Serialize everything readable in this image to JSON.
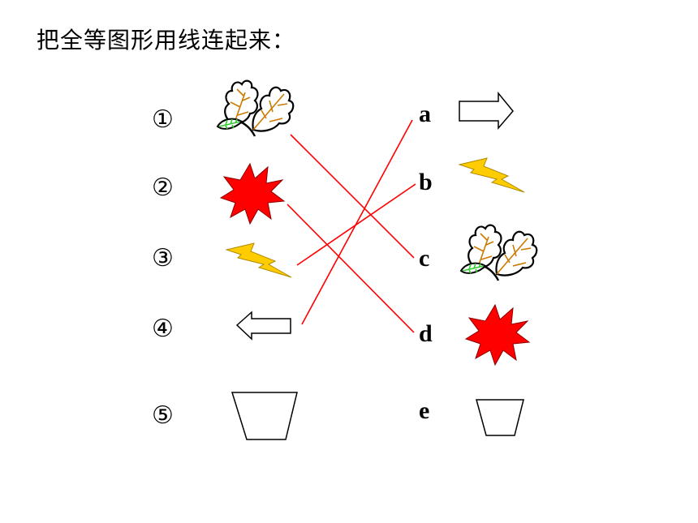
{
  "title": "把全等图形用线连起来：",
  "left_labels": [
    "①",
    "②",
    "③",
    "④",
    "⑤"
  ],
  "right_labels": [
    "a",
    "b",
    "c",
    "d",
    "e"
  ],
  "left_shapes": [
    "leaf-icon",
    "starburst-icon",
    "lightning-icon",
    "arrow-left-icon",
    "trapezoid-icon"
  ],
  "right_shapes": [
    "arrow-right-icon",
    "lightning-icon",
    "leaf-icon",
    "starburst-icon",
    "trapezoid-icon"
  ],
  "connections": [
    {
      "from": "①",
      "to": "c"
    },
    {
      "from": "②",
      "to": "d"
    },
    {
      "from": "③",
      "to": "b"
    },
    {
      "from": "④",
      "to": "a"
    }
  ],
  "colors": {
    "line": "#ff0000",
    "starburst": "#ff0000",
    "lightning": "#ffcc00",
    "leaf_outline": "#000000",
    "leaf_vein": "#cc7a00",
    "leaf_green": "#33cc33"
  }
}
